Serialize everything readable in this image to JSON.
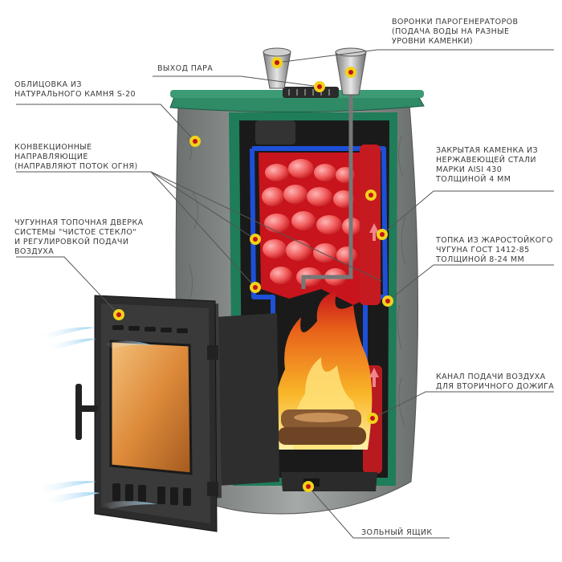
{
  "labels": {
    "steam_funnels": "ВОРОНКИ ПАРОГЕНЕРАТОРОВ\n(ПОДАЧА ВОДЫ НА РАЗНЫЕ\nУРОВНИ КАМЕНКИ)",
    "steam_exit": "ВЫХОД ПАРА",
    "stone_cladding": "ОБЛИЦОВКА ИЗ\nНАТУРАЛЬНОГО КАМНЯ S-20",
    "convection_guides": "КОНВЕКЦИОННЫЕ\nНАПРАВЛЯЮЩИЕ\n(НАПРАВЛЯЮТ ПОТОК ОГНЯ)",
    "closed_heater": "ЗАКРЫТАЯ КАМЕНКА ИЗ\nНЕРЖАВЕЮЩЕЙ СТАЛИ\nМАРКИ AISI 430\nТОЛЩИНОЙ 4 мм",
    "firebox_door": "ЧУГУННАЯ ТОПОЧНАЯ ДВЕРКА\nСИСТЕМЫ \"ЧИСТОЕ СТЕКЛО\"\nИ РЕГУЛИРОВКОЙ ПОДАЧИ\nВОЗДУХА",
    "firebox": "ТОПКА ИЗ ЖАРОСТОЙКОГО\nЧУГУНА ГОСТ 1412-85\nТОЛЩИНОЙ 8-24 мм",
    "air_channel": "КАНАЛ ПОДАЧИ ВОЗДУХА\nДЛЯ ВТОРИЧНОГО ДОЖИГА",
    "ash_box": "ЗОЛЬНЫЙ ЯЩИК"
  },
  "colors": {
    "text": "#3a3a3a",
    "leader": "#555555",
    "marker_fill": "#f2d21a",
    "marker_center": "#c2121b",
    "stone": "#8a8f8d",
    "green_lid": "#2f8a66",
    "inner_panel": "#1f7d5a",
    "blue_guides": "#1d4fd8",
    "heater_red": "#c8141c",
    "firebox_dark": "#2a2a2a",
    "flame": "#f39a1c",
    "air_arrow": "#9fd4f0"
  }
}
